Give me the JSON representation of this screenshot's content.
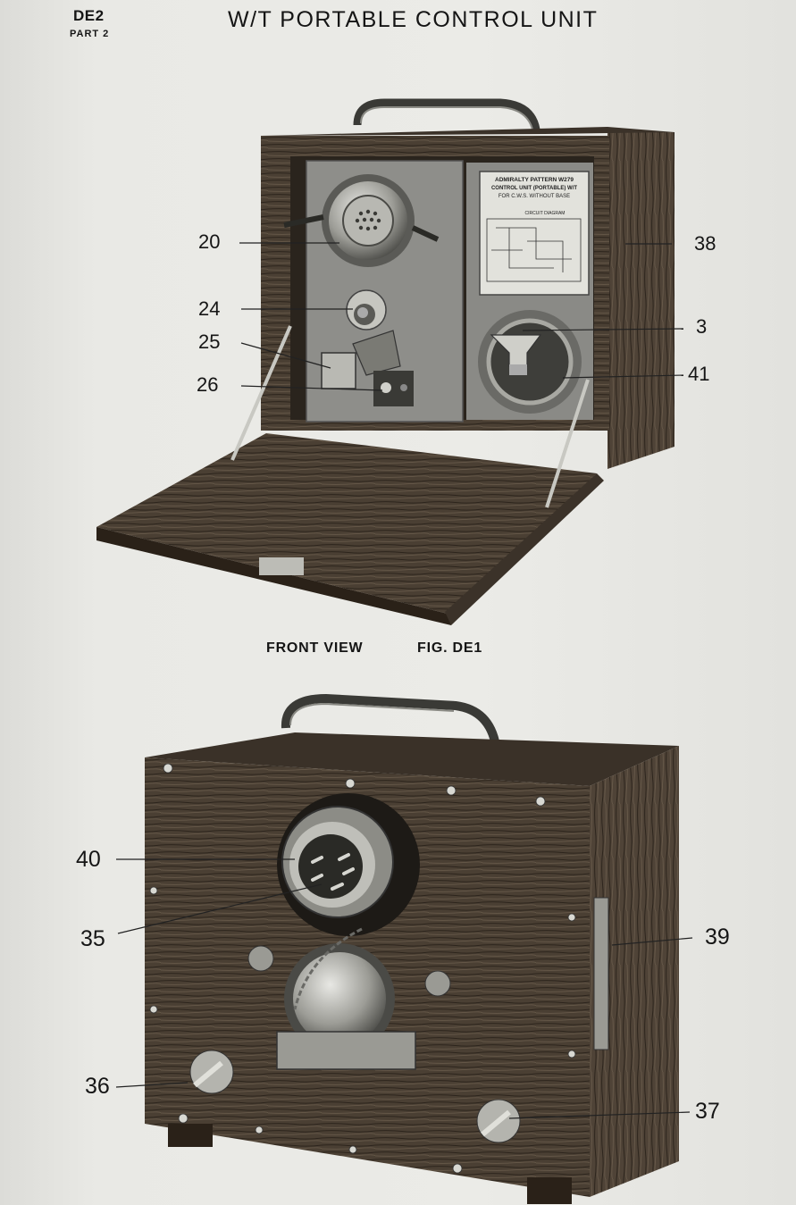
{
  "header": {
    "code": "DE2",
    "part": "PART 2",
    "title": "W/T PORTABLE CONTROL UNIT"
  },
  "captions": {
    "view": "FRONT VIEW",
    "figure": "FIG. DE1"
  },
  "front_labels": [
    "20",
    "24",
    "25",
    "26",
    "38",
    "3",
    "41"
  ],
  "rear_labels": [
    "40",
    "35",
    "36",
    "39",
    "37"
  ],
  "plate": {
    "line1": "ADMIRALTY PATTERN W279",
    "line2": "CONTROL UNIT (PORTABLE) W/T",
    "line3": "FOR C.W.S. WITHOUT BASE",
    "line5": "CIRCUIT DIAGRAM"
  }
}
